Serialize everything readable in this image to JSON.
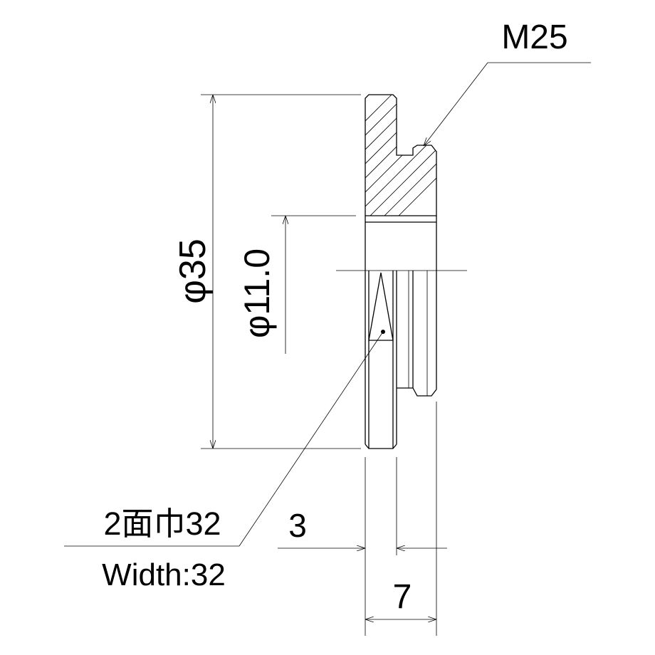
{
  "labels": {
    "thread": "M25",
    "outer_diameter": "φ35",
    "bore_diameter": "φ11.0",
    "width_across_flats_jp": "2面巾32",
    "width_across_flats_en": "Width:32",
    "flange_thickness": "3",
    "total_length": "7"
  }
}
